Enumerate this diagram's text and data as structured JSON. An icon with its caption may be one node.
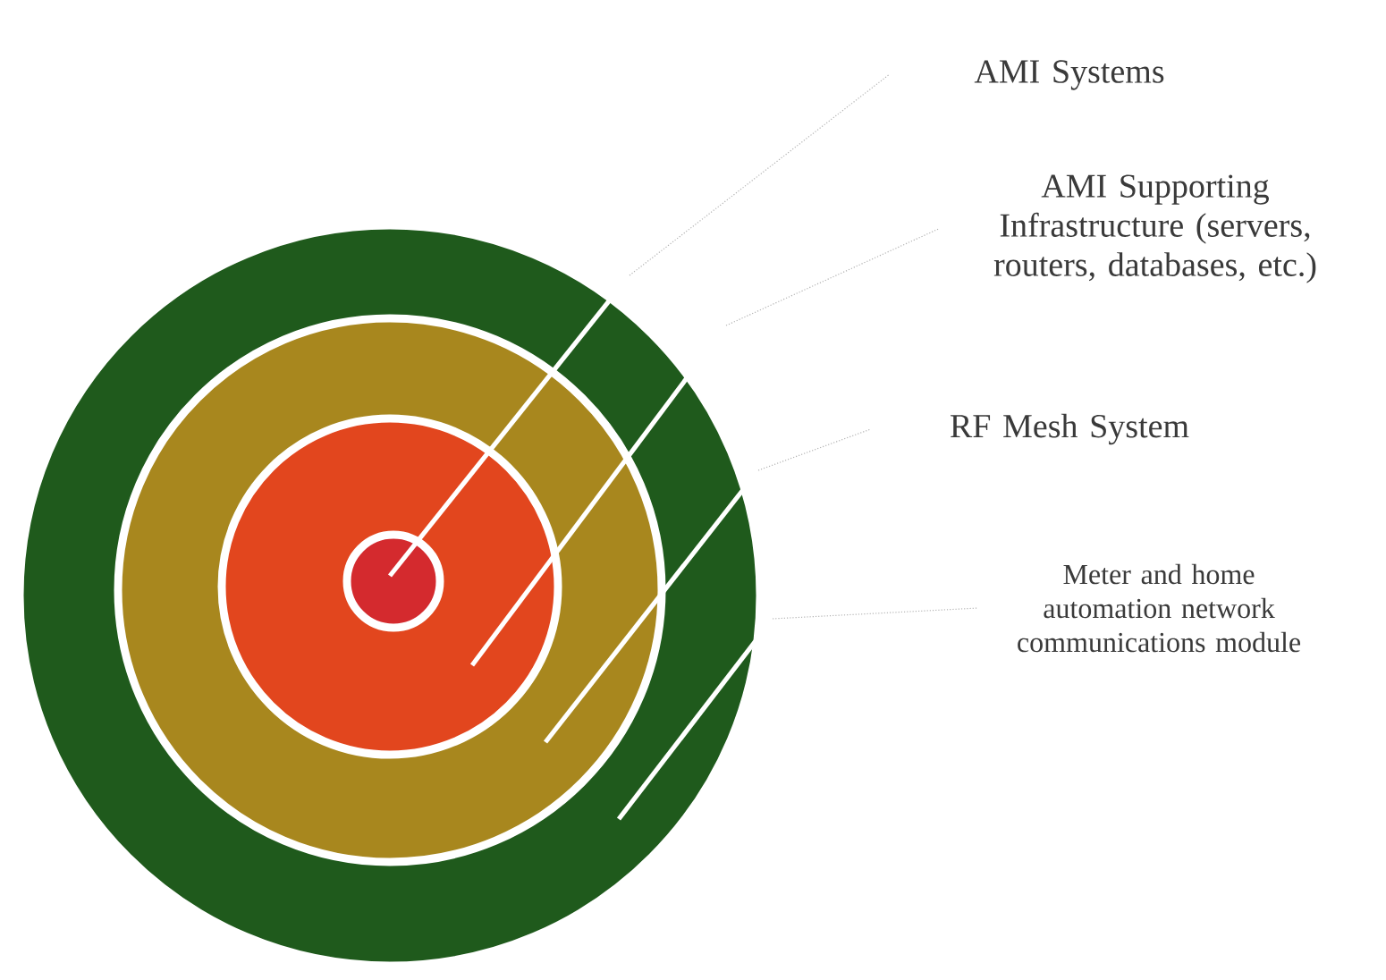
{
  "diagram": {
    "nodes": [
      {
        "text": [],
        "shape": "circle"
      },
      {
        "text": [],
        "shape": "circle",
        "in": 0
      },
      {
        "text": [],
        "shape": "circle",
        "in": 1
      },
      {
        "text": [],
        "shape": "circle",
        "in": 2
      },
      {
        "text": [
          "AMI Systems"
        ]
      },
      {
        "text": [
          "AMI Supporting Infrastructure (servers, routers, databases, etc.)"
        ]
      },
      {
        "text": [
          "RF Mesh System"
        ]
      },
      {
        "text": [
          "Meter and home automation network communications module"
        ]
      }
    ],
    "edges": [
      {
        "from": 4,
        "to": 3,
        "arrow": "none"
      },
      {
        "from": 5,
        "to": 2,
        "arrow": "none"
      },
      {
        "from": 6,
        "to": 1,
        "arrow": "none"
      },
      {
        "from": 7,
        "to": 0,
        "arrow": "none"
      }
    ]
  }
}
